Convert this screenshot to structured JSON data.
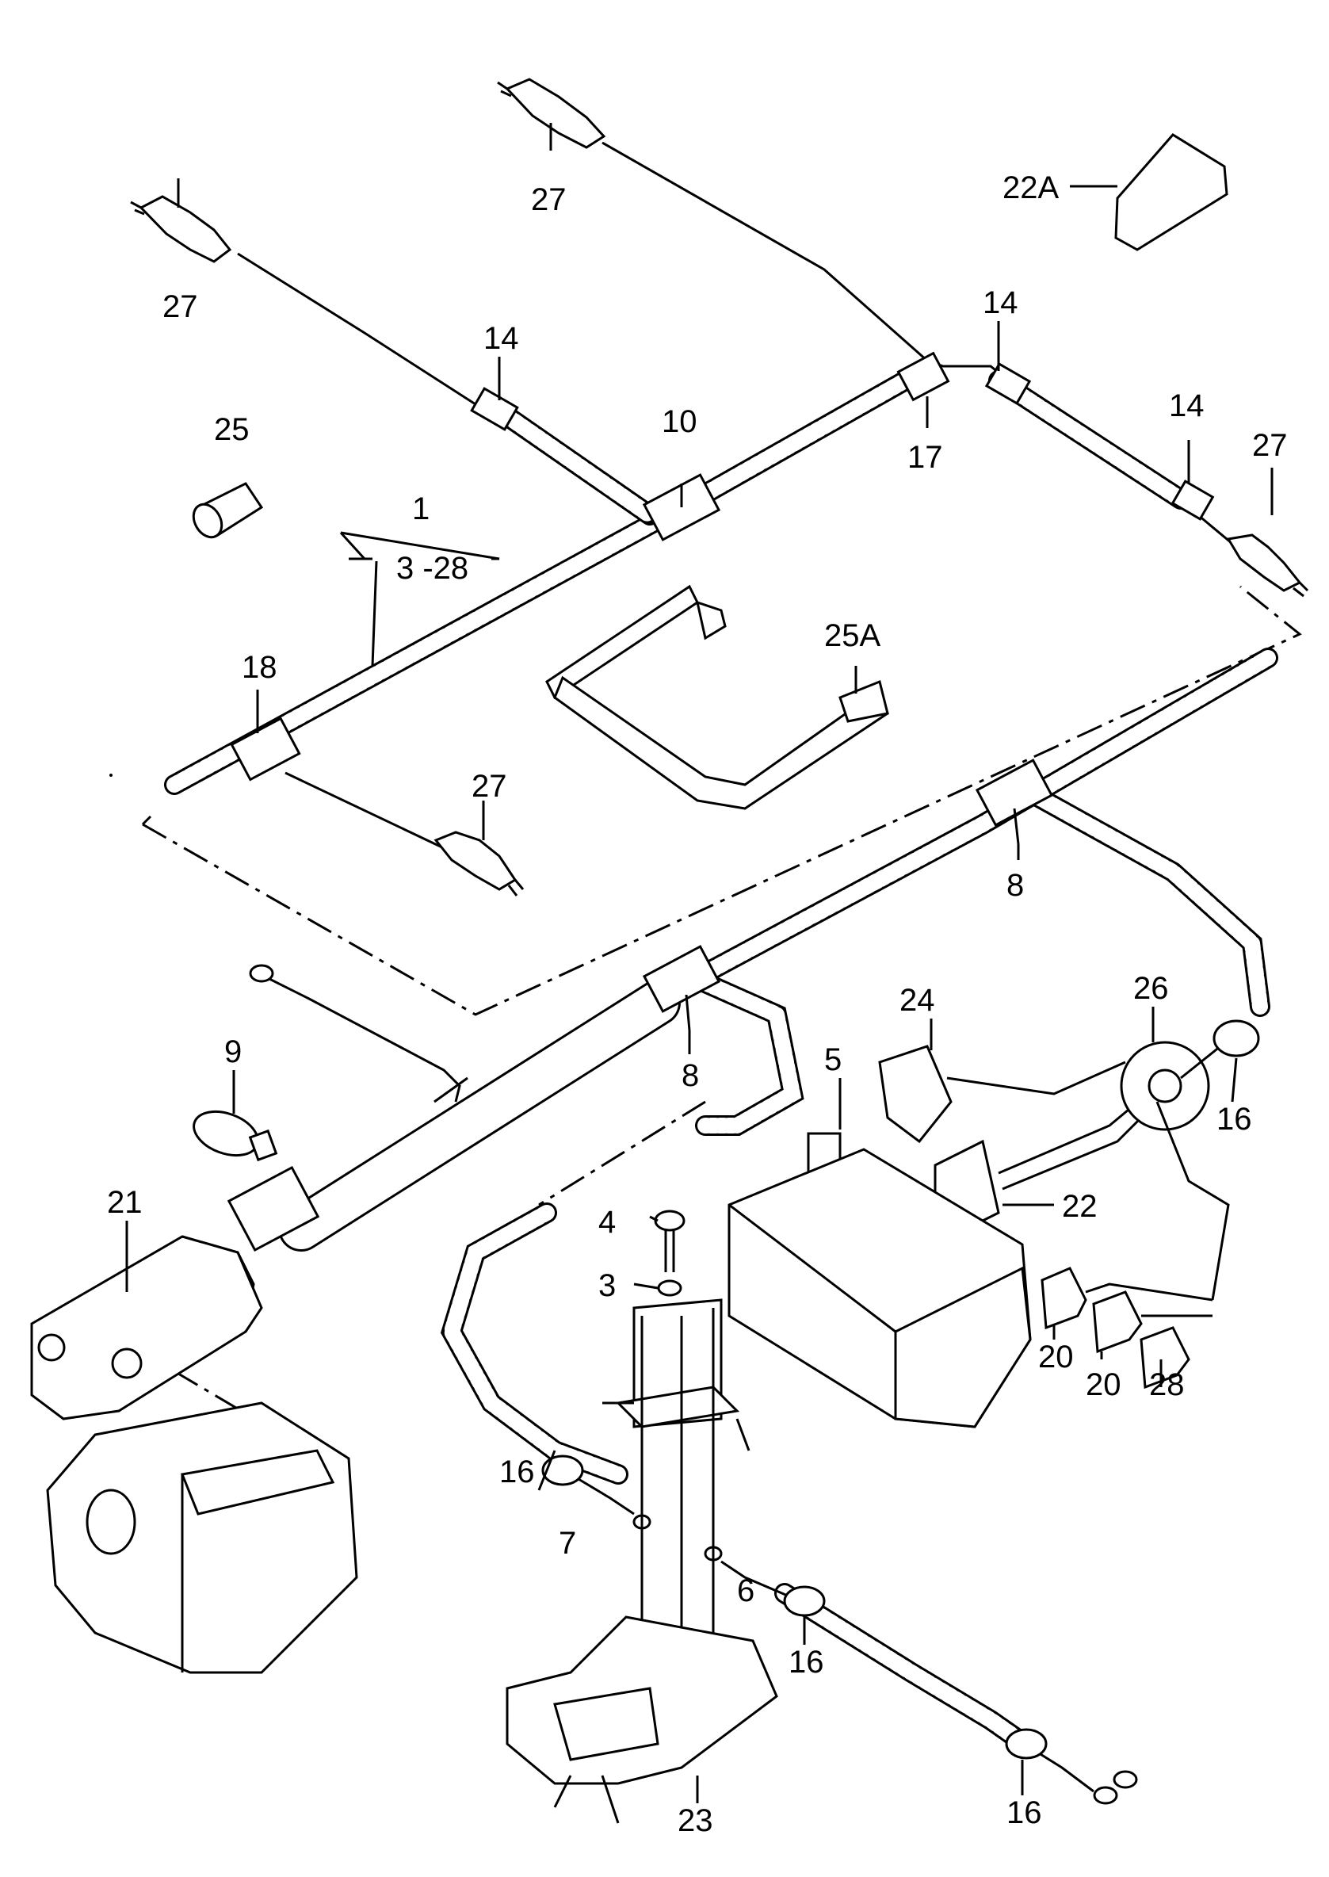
{
  "labels": {
    "l1": "1",
    "l1range": "3 -28",
    "l3": "3",
    "l4": "4",
    "l5": "5",
    "l6": "6",
    "l7": "7",
    "l8a": "8",
    "l8b": "8",
    "l9": "9",
    "l10": "10",
    "l14a": "14",
    "l14b": "14",
    "l14c": "14",
    "l16a": "16",
    "l16b": "16",
    "l16c": "16",
    "l16d": "16",
    "l17": "17",
    "l18": "18",
    "l20a": "20",
    "l20b": "20",
    "l21": "21",
    "l22": "22",
    "l22A": "22A",
    "l23": "23",
    "l24": "24",
    "l25": "25",
    "l25A": "25A",
    "l26": "26",
    "l27a": "27",
    "l27b": "27",
    "l27c": "27",
    "l27d": "27",
    "l28": "28"
  },
  "icons": [
    "wiring-harness",
    "sensor-connector",
    "cable-tie",
    "relay-housing",
    "fuse",
    "battery",
    "mounting-bracket",
    "grommet"
  ]
}
